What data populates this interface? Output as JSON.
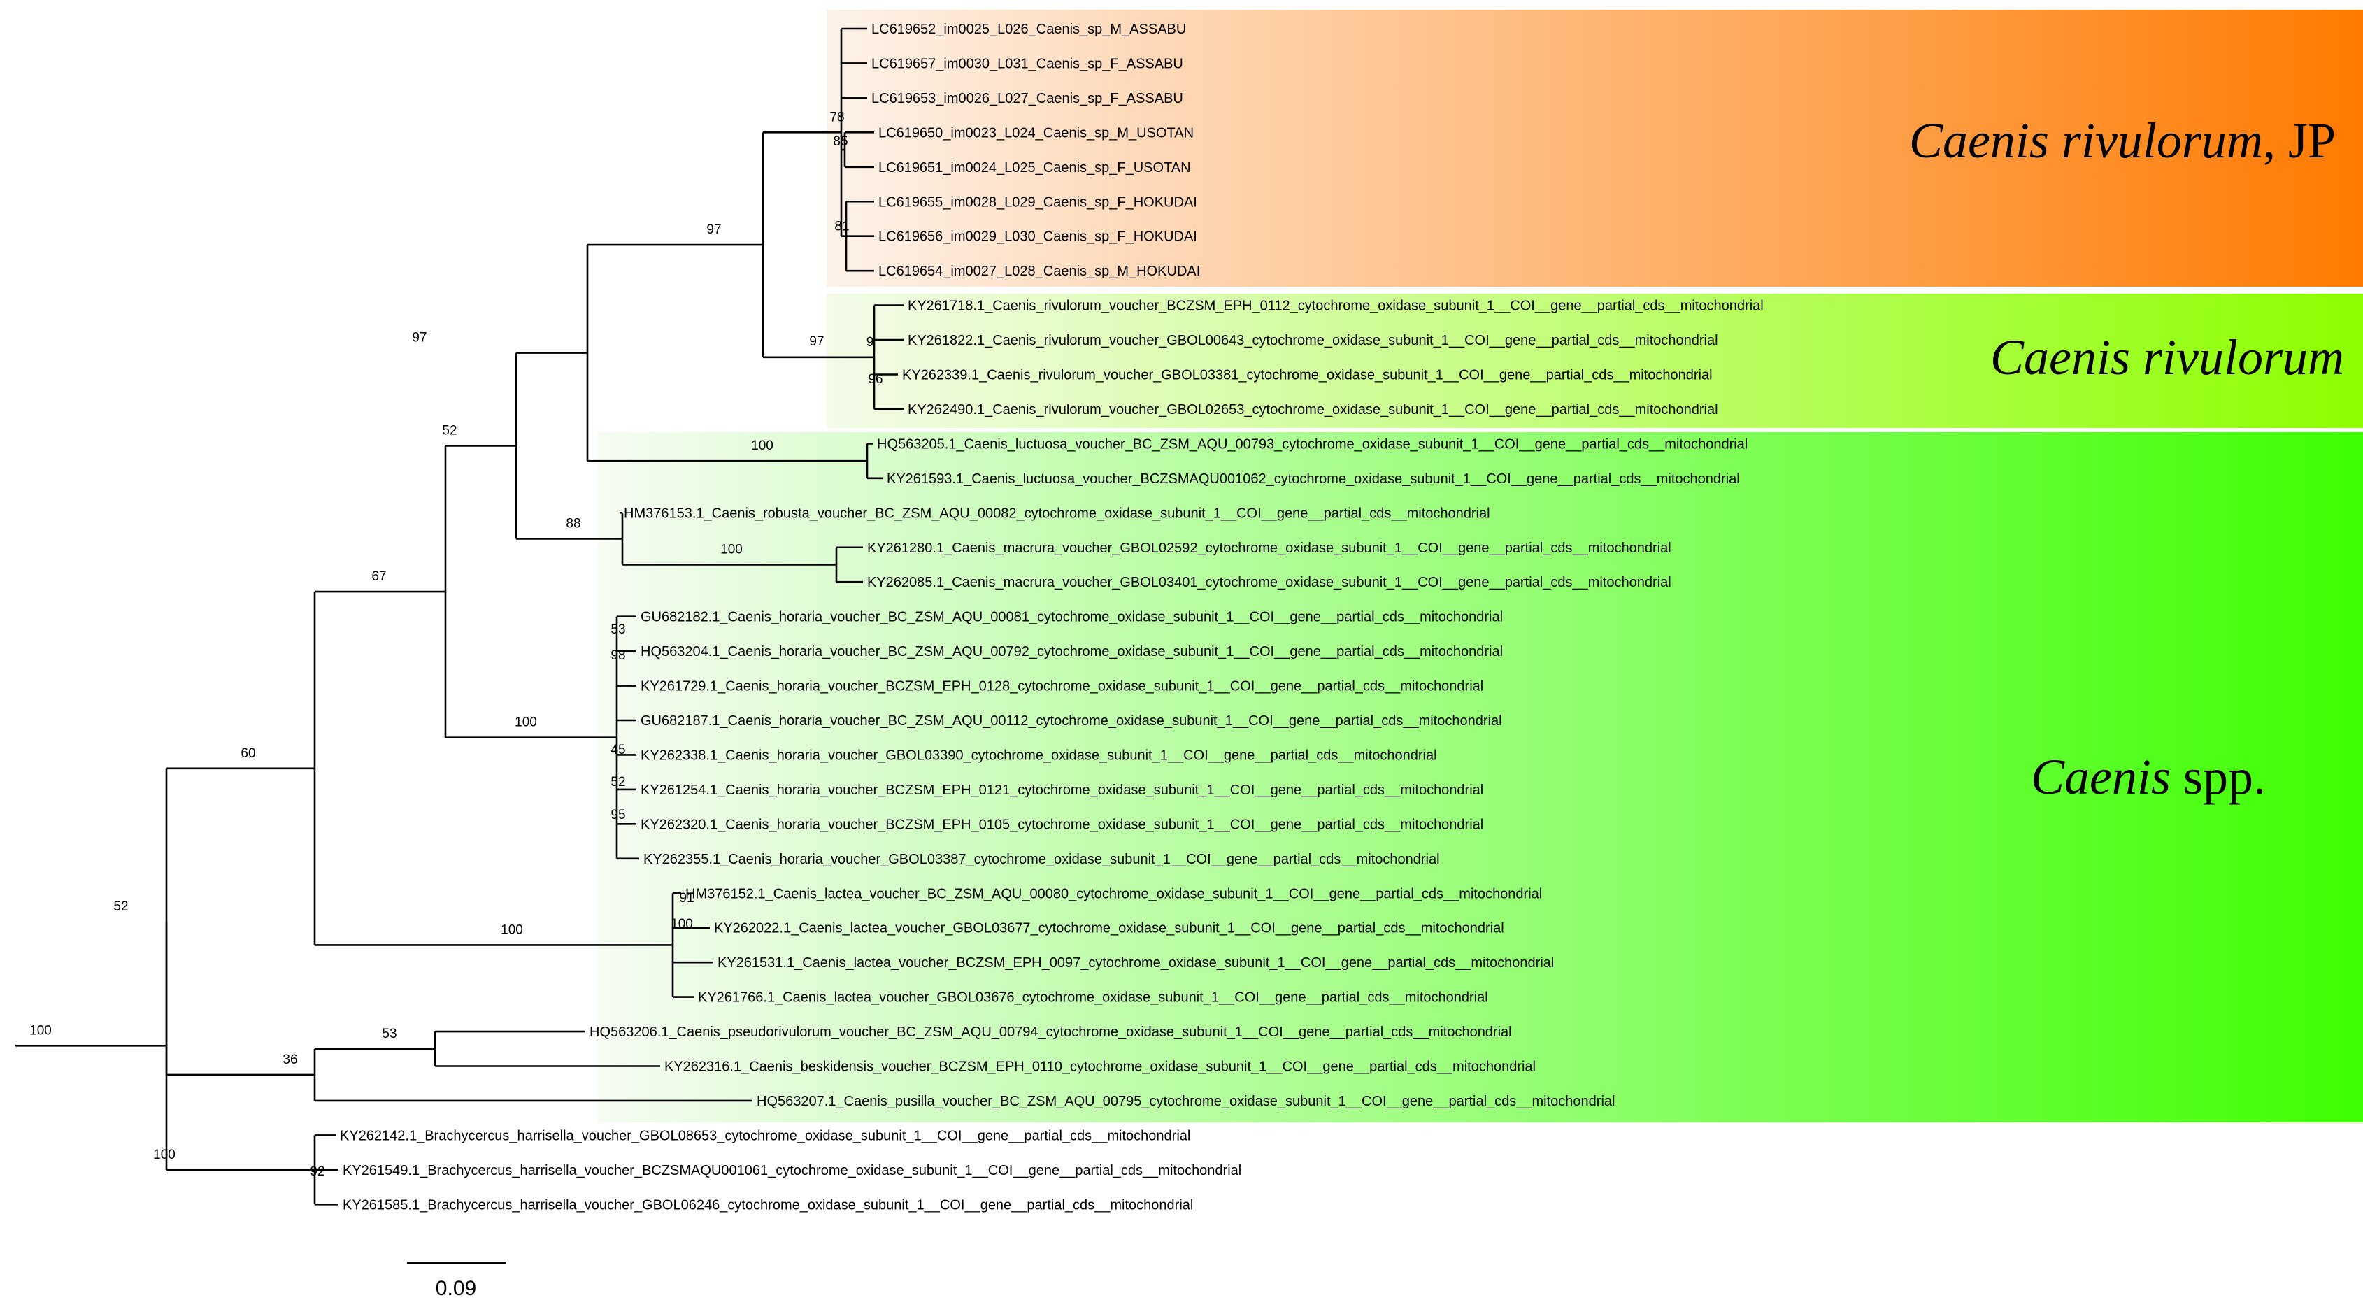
{
  "colors": {
    "jp_band": [
      "#fdf2e9",
      "#ff7a00"
    ],
    "rivulorum_band": [
      "#f4fbe9",
      "#8dff00"
    ],
    "spp_band": [
      "#f6fcf3",
      "#3dff00"
    ],
    "branch": "#000000"
  },
  "clades": {
    "jp": {
      "italic": "Caenis rivulorum",
      "rest": ", JP"
    },
    "rivulorum": {
      "italic": "Caenis rivulorum",
      "rest": ""
    },
    "spp": {
      "italic": "Caenis",
      "rest": " spp."
    }
  },
  "scale_bar": {
    "label": "0.09"
  },
  "taxa": [
    "LC619652_im0025_L026_Caenis_sp_M_ASSABU",
    "LC619657_im0030_L031_Caenis_sp_F_ASSABU",
    "LC619653_im0026_L027_Caenis_sp_F_ASSABU",
    "LC619650_im0023_L024_Caenis_sp_M_USOTAN",
    "LC619651_im0024_L025_Caenis_sp_F_USOTAN",
    "LC619655_im0028_L029_Caenis_sp_F_HOKUDAI",
    "LC619656_im0029_L030_Caenis_sp_F_HOKUDAI",
    "LC619654_im0027_L028_Caenis_sp_M_HOKUDAI",
    "KY261718.1_Caenis_rivulorum_voucher_BCZSM_EPH_0112_cytochrome_oxidase_subunit_1__COI__gene__partial_cds__mitochondrial",
    "KY261822.1_Caenis_rivulorum_voucher_GBOL00643_cytochrome_oxidase_subunit_1__COI__gene__partial_cds__mitochondrial",
    "KY262339.1_Caenis_rivulorum_voucher_GBOL03381_cytochrome_oxidase_subunit_1__COI__gene__partial_cds__mitochondrial",
    "KY262490.1_Caenis_rivulorum_voucher_GBOL02653_cytochrome_oxidase_subunit_1__COI__gene__partial_cds__mitochondrial",
    "HQ563205.1_Caenis_luctuosa_voucher_BC_ZSM_AQU_00793_cytochrome_oxidase_subunit_1__COI__gene__partial_cds__mitochondrial",
    "KY261593.1_Caenis_luctuosa_voucher_BCZSMAQU001062_cytochrome_oxidase_subunit_1__COI__gene__partial_cds__mitochondrial",
    "HM376153.1_Caenis_robusta_voucher_BC_ZSM_AQU_00082_cytochrome_oxidase_subunit_1__COI__gene__partial_cds__mitochondrial",
    "KY261280.1_Caenis_macrura_voucher_GBOL02592_cytochrome_oxidase_subunit_1__COI__gene__partial_cds__mitochondrial",
    "KY262085.1_Caenis_macrura_voucher_GBOL03401_cytochrome_oxidase_subunit_1__COI__gene__partial_cds__mitochondrial",
    "GU682182.1_Caenis_horaria_voucher_BC_ZSM_AQU_00081_cytochrome_oxidase_subunit_1__COI__gene__partial_cds__mitochondrial",
    "HQ563204.1_Caenis_horaria_voucher_BC_ZSM_AQU_00792_cytochrome_oxidase_subunit_1__COI__gene__partial_cds__mitochondrial",
    "KY261729.1_Caenis_horaria_voucher_BCZSM_EPH_0128_cytochrome_oxidase_subunit_1__COI__gene__partial_cds__mitochondrial",
    "GU682187.1_Caenis_horaria_voucher_BC_ZSM_AQU_00112_cytochrome_oxidase_subunit_1__COI__gene__partial_cds__mitochondrial",
    "KY262338.1_Caenis_horaria_voucher_GBOL03390_cytochrome_oxidase_subunit_1__COI__gene__partial_cds__mitochondrial",
    "KY261254.1_Caenis_horaria_voucher_BCZSM_EPH_0121_cytochrome_oxidase_subunit_1__COI__gene__partial_cds__mitochondrial",
    "KY262320.1_Caenis_horaria_voucher_BCZSM_EPH_0105_cytochrome_oxidase_subunit_1__COI__gene__partial_cds__mitochondrial",
    "KY262355.1_Caenis_horaria_voucher_GBOL03387_cytochrome_oxidase_subunit_1__COI__gene__partial_cds__mitochondrial",
    "HM376152.1_Caenis_lactea_voucher_BC_ZSM_AQU_00080_cytochrome_oxidase_subunit_1__COI__gene__partial_cds__mitochondrial",
    "KY262022.1_Caenis_lactea_voucher_GBOL03677_cytochrome_oxidase_subunit_1__COI__gene__partial_cds__mitochondrial",
    "KY261531.1_Caenis_lactea_voucher_BCZSM_EPH_0097_cytochrome_oxidase_subunit_1__COI__gene__partial_cds__mitochondrial",
    "KY261766.1_Caenis_lactea_voucher_GBOL03676_cytochrome_oxidase_subunit_1__COI__gene__partial_cds__mitochondrial",
    "HQ563206.1_Caenis_pseudorivulorum_voucher_BC_ZSM_AQU_00794_cytochrome_oxidase_subunit_1__COI__gene__partial_cds__mitochondrial",
    "KY262316.1_Caenis_beskidensis_voucher_BCZSM_EPH_0110_cytochrome_oxidase_subunit_1__COI__gene__partial_cds__mitochondrial",
    "HQ563207.1_Caenis_pusilla_voucher_BC_ZSM_AQU_00795_cytochrome_oxidase_subunit_1__COI__gene__partial_cds__mitochondrial",
    "KY262142.1_Brachycercus_harrisella_voucher_GBOL08653_cytochrome_oxidase_subunit_1__COI__gene__partial_cds__mitochondrial",
    "KY261549.1_Brachycercus_harrisella_voucher_BCZSMAQU001061_cytochrome_oxidase_subunit_1__COI__gene__partial_cds__mitochondrial",
    "KY261585.1_Brachycercus_harrisella_voucher_GBOL06246_cytochrome_oxidase_subunit_1__COI__gene__partial_cds__mitochondrial"
  ],
  "bootstrap": {
    "n_root_ingroup": "100",
    "n_root_outgroup": "100",
    "n_core": "52",
    "n_big": "60",
    "n_b67": "67",
    "n_c52": "52",
    "n_d97": "97",
    "n_jpriv": "97",
    "n_jp_inner": "78",
    "n_jp_usotan": "85",
    "n_jp_hokudai": "81",
    "n_riv": "97",
    "n_riv_inner": "9",
    "n_riv_96": "96",
    "n_luct": "100",
    "n_robmac": "88",
    "n_mac": "100",
    "n_hor": "100",
    "n_hor_53": "53",
    "n_hor_98": "98",
    "n_hor_45": "45",
    "n_hor_52": "52",
    "n_hor_95": "95",
    "n_lact": "100",
    "n_lact_91": "91",
    "n_lact_100": "100",
    "n_small": "36",
    "n_pseudo": "53",
    "n_brach_92": "92"
  }
}
